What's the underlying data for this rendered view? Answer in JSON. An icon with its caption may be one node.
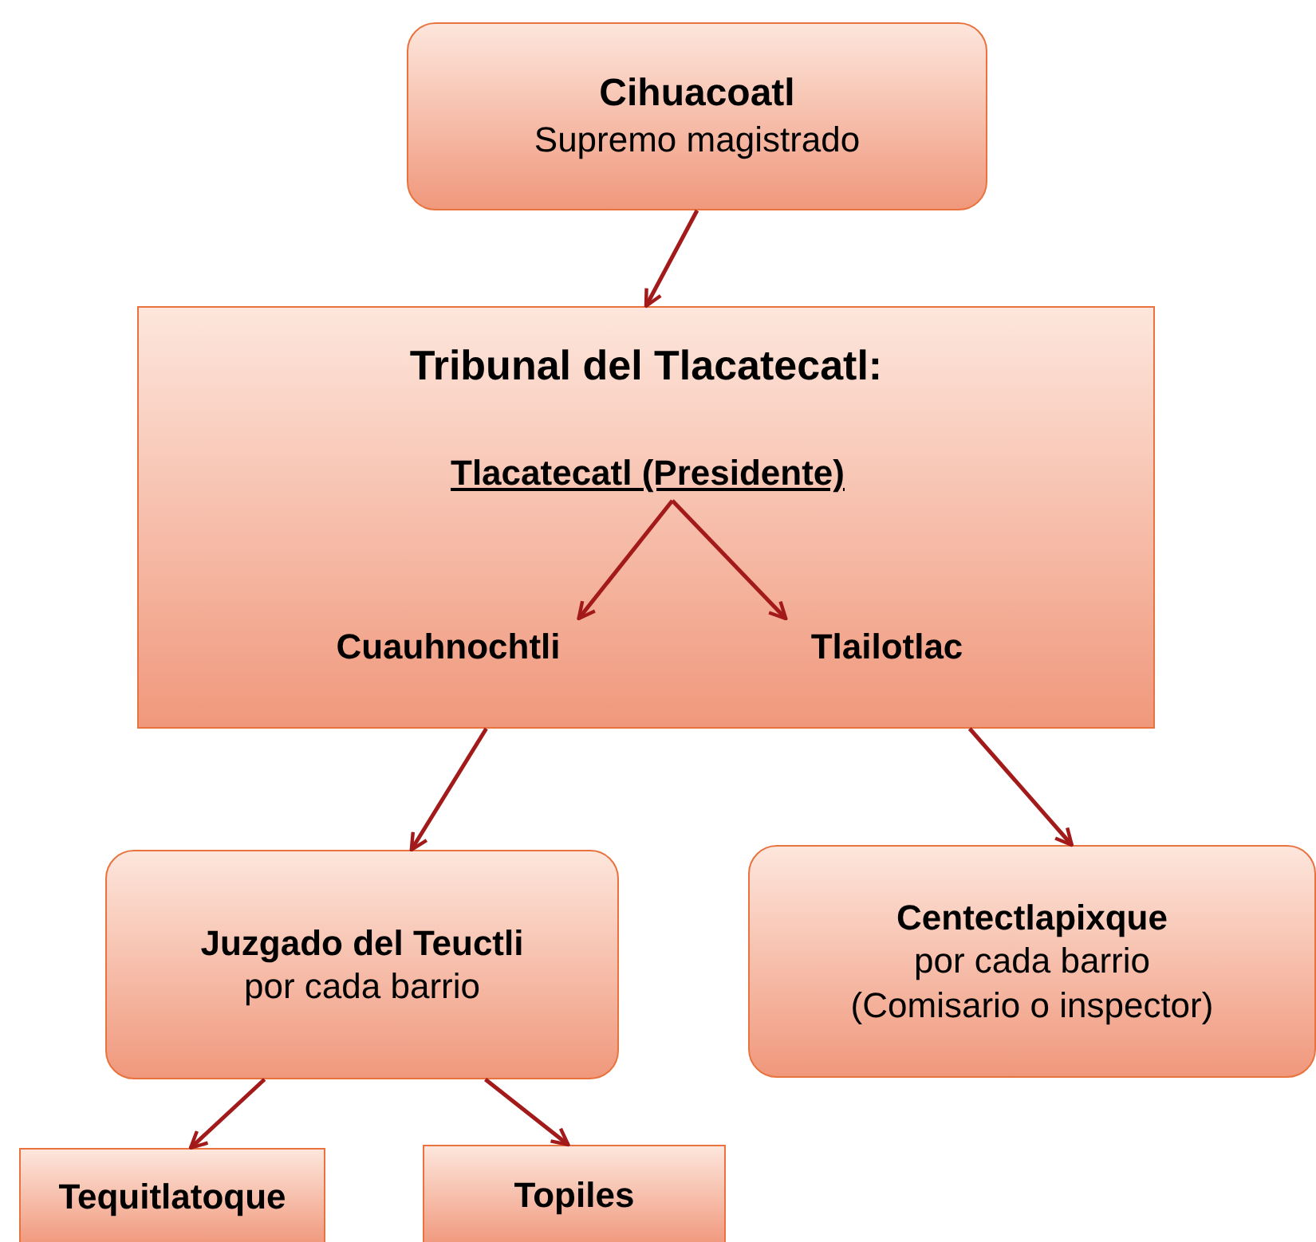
{
  "diagram": {
    "nodes": [
      {
        "text": [
          "Cihuacoatl",
          "Supremo magistrado"
        ]
      },
      {
        "text": [
          "Tribunal del Tlacatecatl:"
        ]
      },
      {
        "text": [
          "Tlacatecatl  (Presidente)"
        ],
        "in": 1
      },
      {
        "text": [
          "Cuauhnochtli"
        ],
        "in": 1
      },
      {
        "text": [
          "Tlailotlac"
        ],
        "in": 1
      },
      {
        "text": [
          "Juzgado del Teuctli",
          "por cada barrio"
        ]
      },
      {
        "text": [
          "Centectlapixque",
          "por cada barrio",
          "(Comisario o inspector)"
        ]
      },
      {
        "text": [
          "Tequitlatoque"
        ]
      },
      {
        "text": [
          "Topiles"
        ]
      }
    ],
    "edges": [
      {
        "from": 0,
        "to": 1,
        "arrow": "to"
      },
      {
        "from": 2,
        "to": 3,
        "arrow": "to"
      },
      {
        "from": 2,
        "to": 4,
        "arrow": "to"
      },
      {
        "from": 1,
        "to": 5,
        "arrow": "to"
      },
      {
        "from": 1,
        "to": 6,
        "arrow": "to"
      },
      {
        "from": 5,
        "to": 7,
        "arrow": "to"
      },
      {
        "from": 5,
        "to": 8,
        "arrow": "to"
      }
    ]
  }
}
